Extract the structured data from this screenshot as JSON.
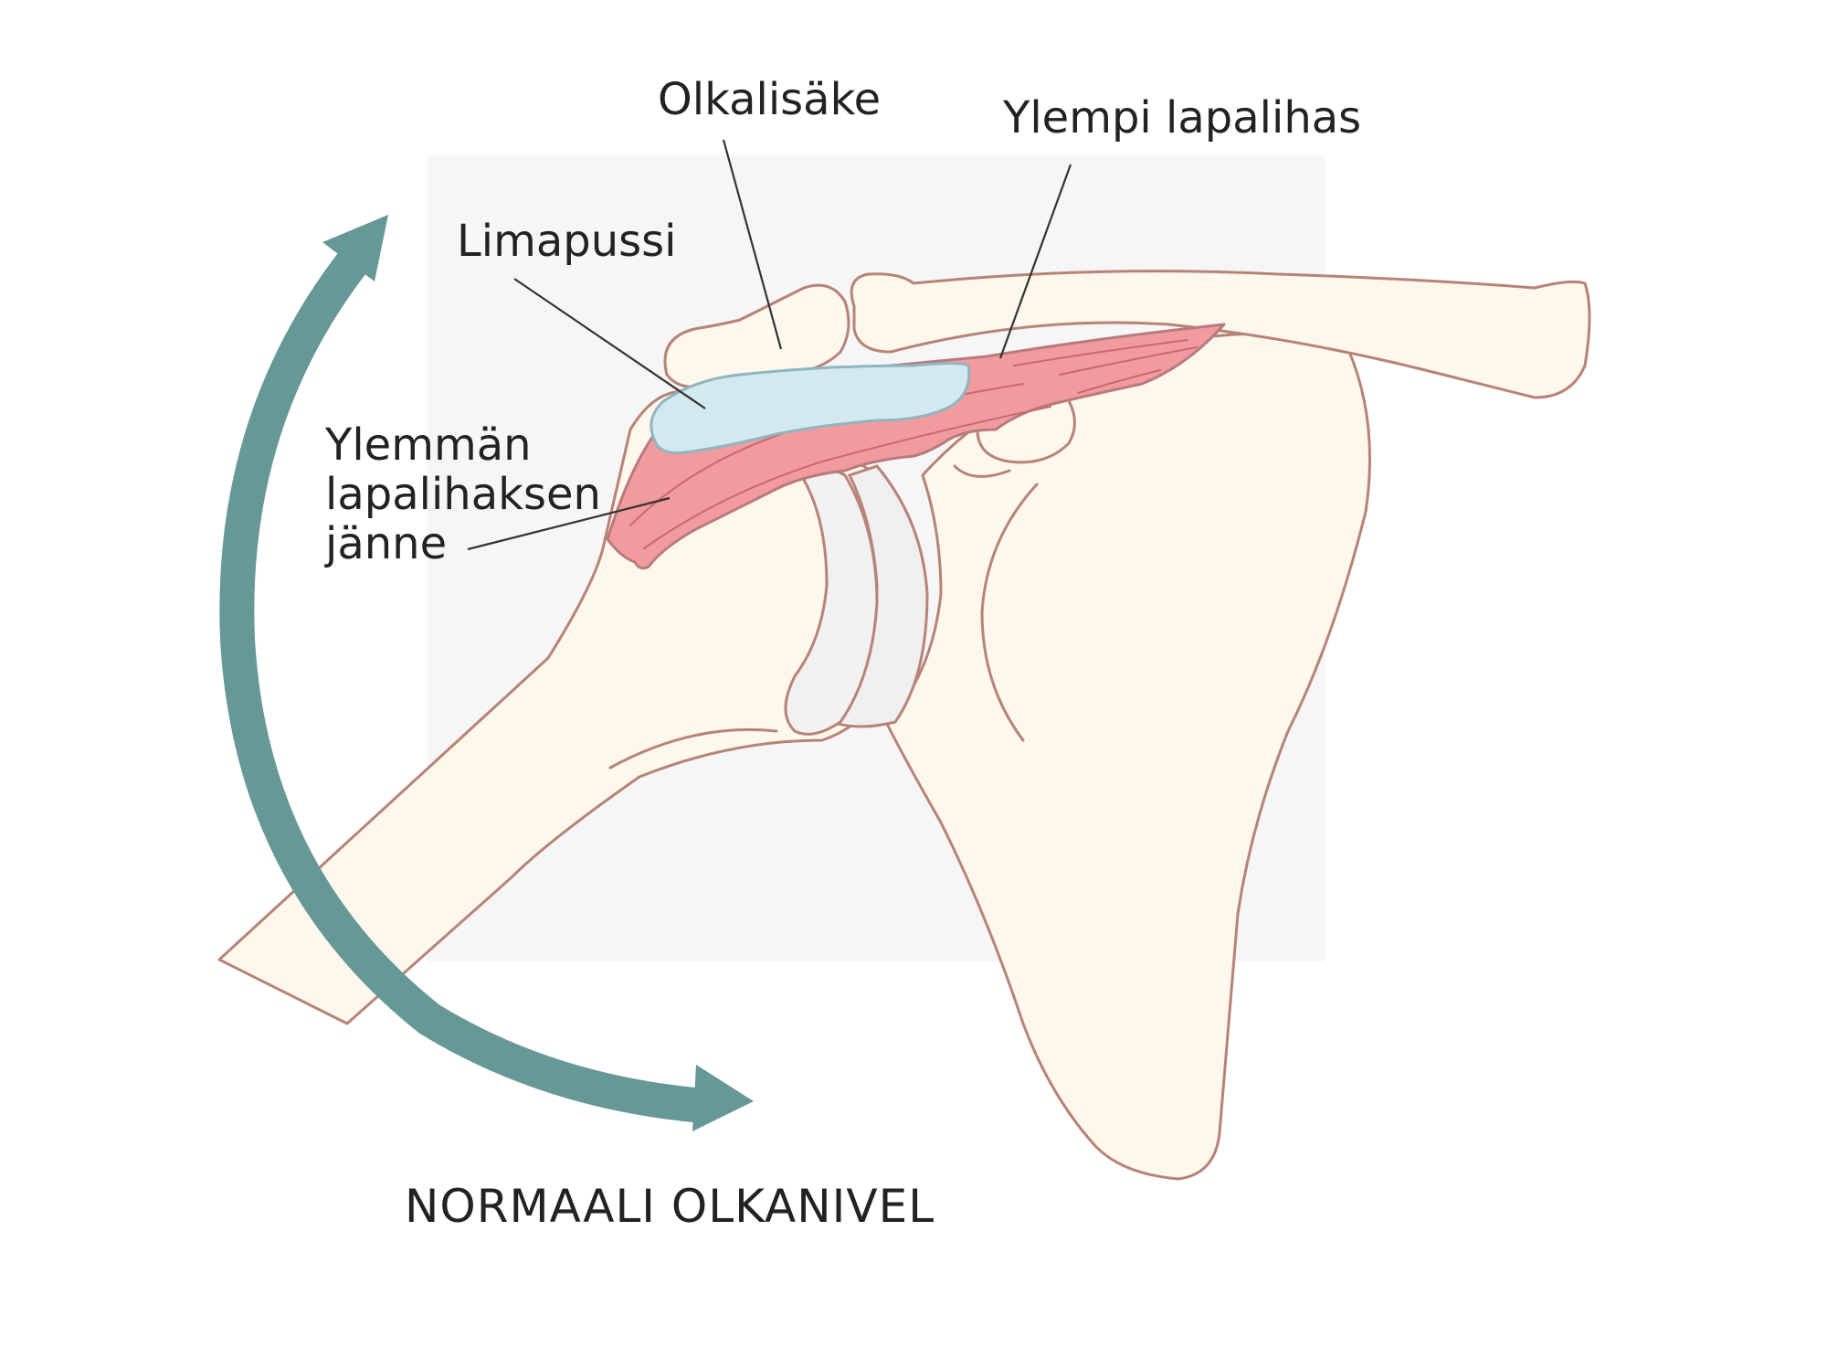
{
  "labels": {
    "acromion": "Olkalisäke",
    "supraspinatus": "Ylempi lapalihas",
    "bursa": "Limapussi",
    "tendon_line1": "Ylemmän",
    "tendon_line2": "lapalihaksen",
    "tendon_line3": "jänne"
  },
  "caption": "NORMAALI OLKANIVEL",
  "colors": {
    "bone_fill": "#fdf7ec",
    "bone_outline": "#b78377",
    "muscle": "#f19b9f",
    "bursa": "#d3e9f0",
    "cartilage": "#efefef",
    "arrow": "#669896",
    "background_panel": "#f6f6f6"
  },
  "icons": {
    "motion_arrow": "curved-double-arrow-icon"
  }
}
